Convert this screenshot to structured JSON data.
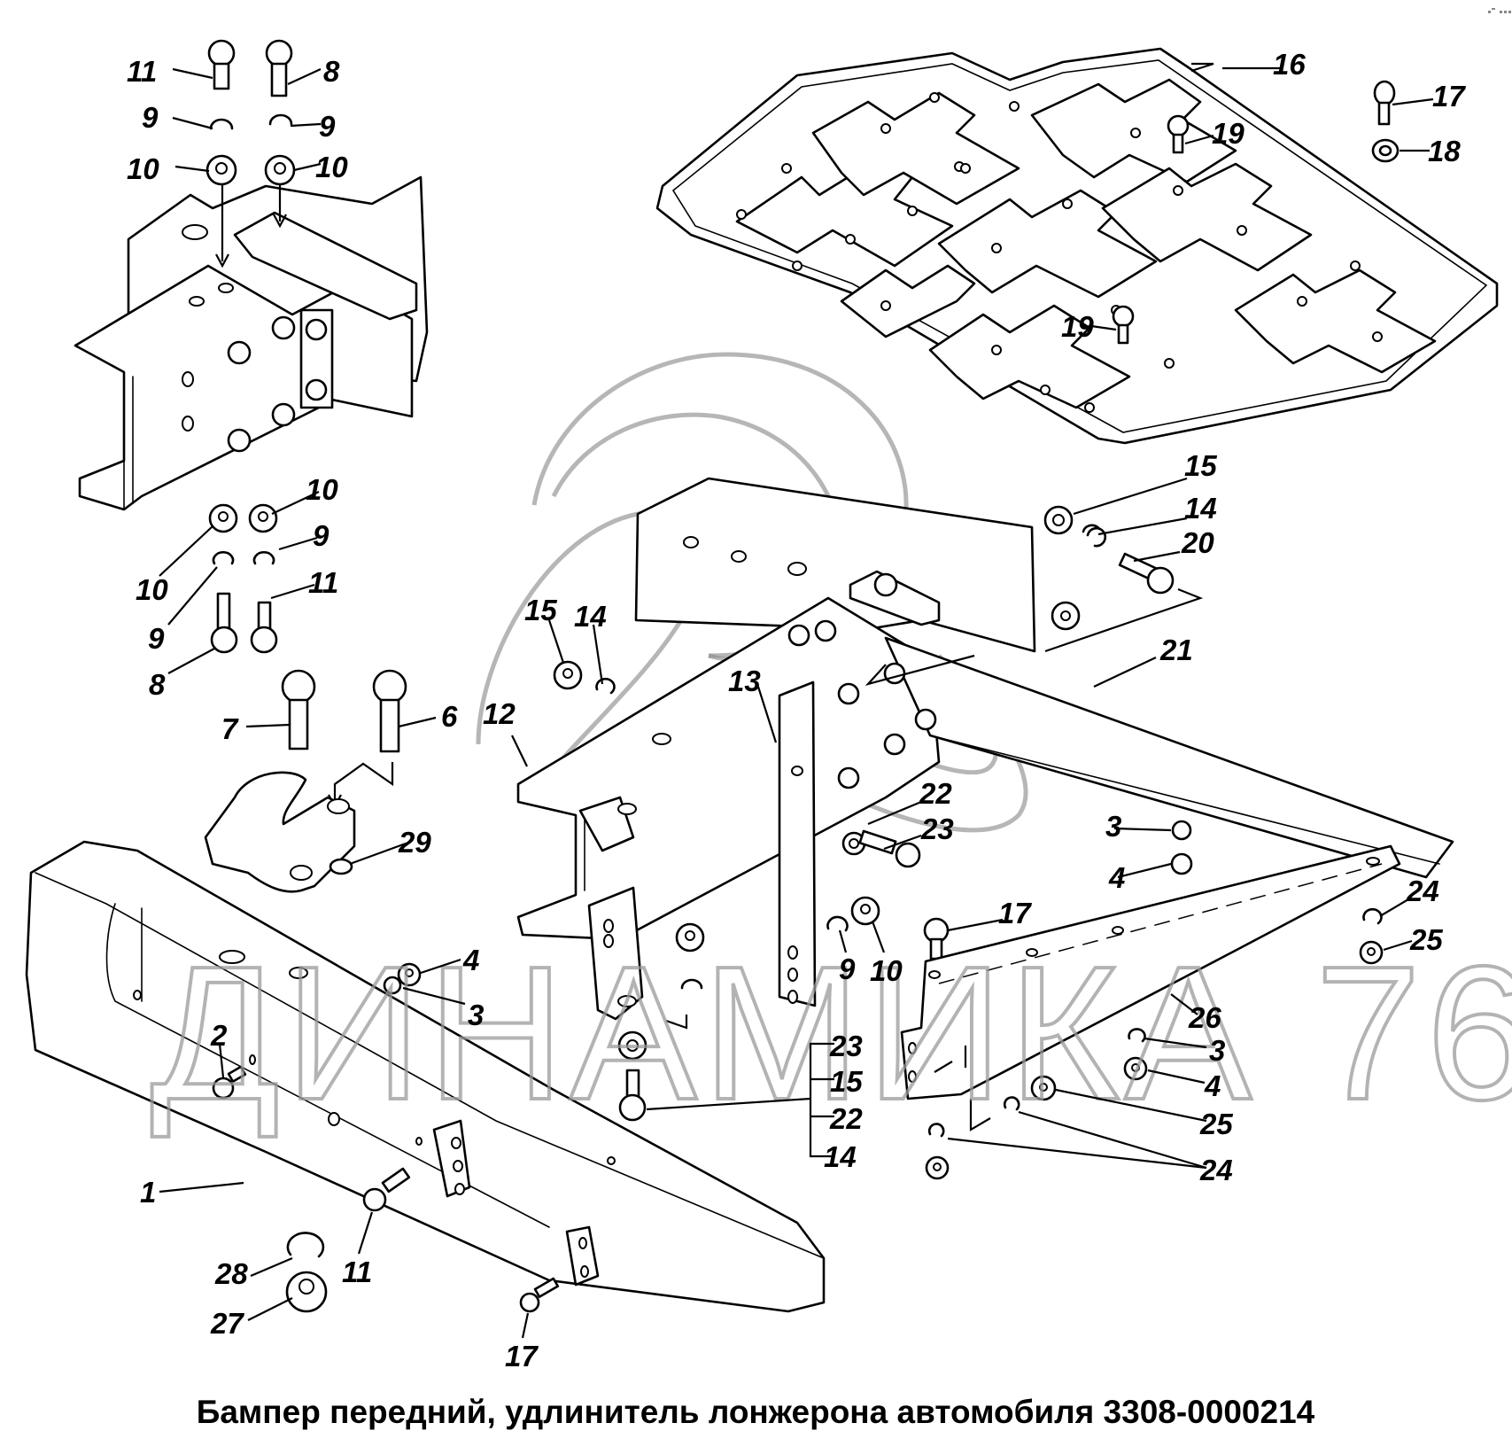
{
  "diagram": {
    "caption": "Бампер передний, удлинитель лонжерона автомобиля 3308-0000214",
    "watermark": "ДИНАМИКА 76",
    "colors": {
      "ink": "#000000",
      "watermark": "#9a9a9a",
      "background": "#ffffff"
    },
    "parts": [
      {
        "id": "1",
        "name": "bumper"
      },
      {
        "id": "2",
        "name": "bolt"
      },
      {
        "id": "3",
        "name": "spring-washer"
      },
      {
        "id": "4",
        "name": "nut"
      },
      {
        "id": "6",
        "name": "bolt"
      },
      {
        "id": "7",
        "name": "bolt"
      },
      {
        "id": "8",
        "name": "bolt"
      },
      {
        "id": "9",
        "name": "spring-washer"
      },
      {
        "id": "10",
        "name": "nut"
      },
      {
        "id": "11",
        "name": "bolt"
      },
      {
        "id": "12",
        "name": "frame-extension"
      },
      {
        "id": "13",
        "name": "bracket"
      },
      {
        "id": "14",
        "name": "spring-washer"
      },
      {
        "id": "15",
        "name": "nut"
      },
      {
        "id": "16",
        "name": "step-plate"
      },
      {
        "id": "17",
        "name": "bolt"
      },
      {
        "id": "18",
        "name": "washer"
      },
      {
        "id": "19",
        "name": "bolt"
      },
      {
        "id": "20",
        "name": "bolt"
      },
      {
        "id": "21",
        "name": "brace"
      },
      {
        "id": "22",
        "name": "washer"
      },
      {
        "id": "23",
        "name": "bolt"
      },
      {
        "id": "24",
        "name": "spring-washer"
      },
      {
        "id": "25",
        "name": "nut"
      },
      {
        "id": "26",
        "name": "support-bracket"
      },
      {
        "id": "27",
        "name": "nut"
      },
      {
        "id": "28",
        "name": "spring-washer"
      },
      {
        "id": "29",
        "name": "washer"
      }
    ],
    "callouts": [
      {
        "label": "11"
      },
      {
        "label": "8"
      },
      {
        "label": "9"
      },
      {
        "label": "9"
      },
      {
        "label": "10"
      },
      {
        "label": "10"
      },
      {
        "label": "16"
      },
      {
        "label": "17"
      },
      {
        "label": "18"
      },
      {
        "label": "19"
      },
      {
        "label": "19"
      },
      {
        "label": "15"
      },
      {
        "label": "14"
      },
      {
        "label": "20"
      },
      {
        "label": "21"
      },
      {
        "label": "10"
      },
      {
        "label": "9"
      },
      {
        "label": "10"
      },
      {
        "label": "11"
      },
      {
        "label": "9"
      },
      {
        "label": "8"
      },
      {
        "label": "7"
      },
      {
        "label": "6"
      },
      {
        "label": "12"
      },
      {
        "label": "13"
      },
      {
        "label": "15"
      },
      {
        "label": "14"
      },
      {
        "label": "29"
      },
      {
        "label": "22"
      },
      {
        "label": "23"
      },
      {
        "label": "3"
      },
      {
        "label": "4"
      },
      {
        "label": "24"
      },
      {
        "label": "25"
      },
      {
        "label": "17"
      },
      {
        "label": "9"
      },
      {
        "label": "10"
      },
      {
        "label": "4"
      },
      {
        "label": "3"
      },
      {
        "label": "2"
      },
      {
        "label": "26"
      },
      {
        "label": "3"
      },
      {
        "label": "4"
      },
      {
        "label": "23"
      },
      {
        "label": "15"
      },
      {
        "label": "22"
      },
      {
        "label": "14"
      },
      {
        "label": "25"
      },
      {
        "label": "24"
      },
      {
        "label": "1"
      },
      {
        "label": "11"
      },
      {
        "label": "28"
      },
      {
        "label": "27"
      },
      {
        "label": "17"
      }
    ]
  }
}
